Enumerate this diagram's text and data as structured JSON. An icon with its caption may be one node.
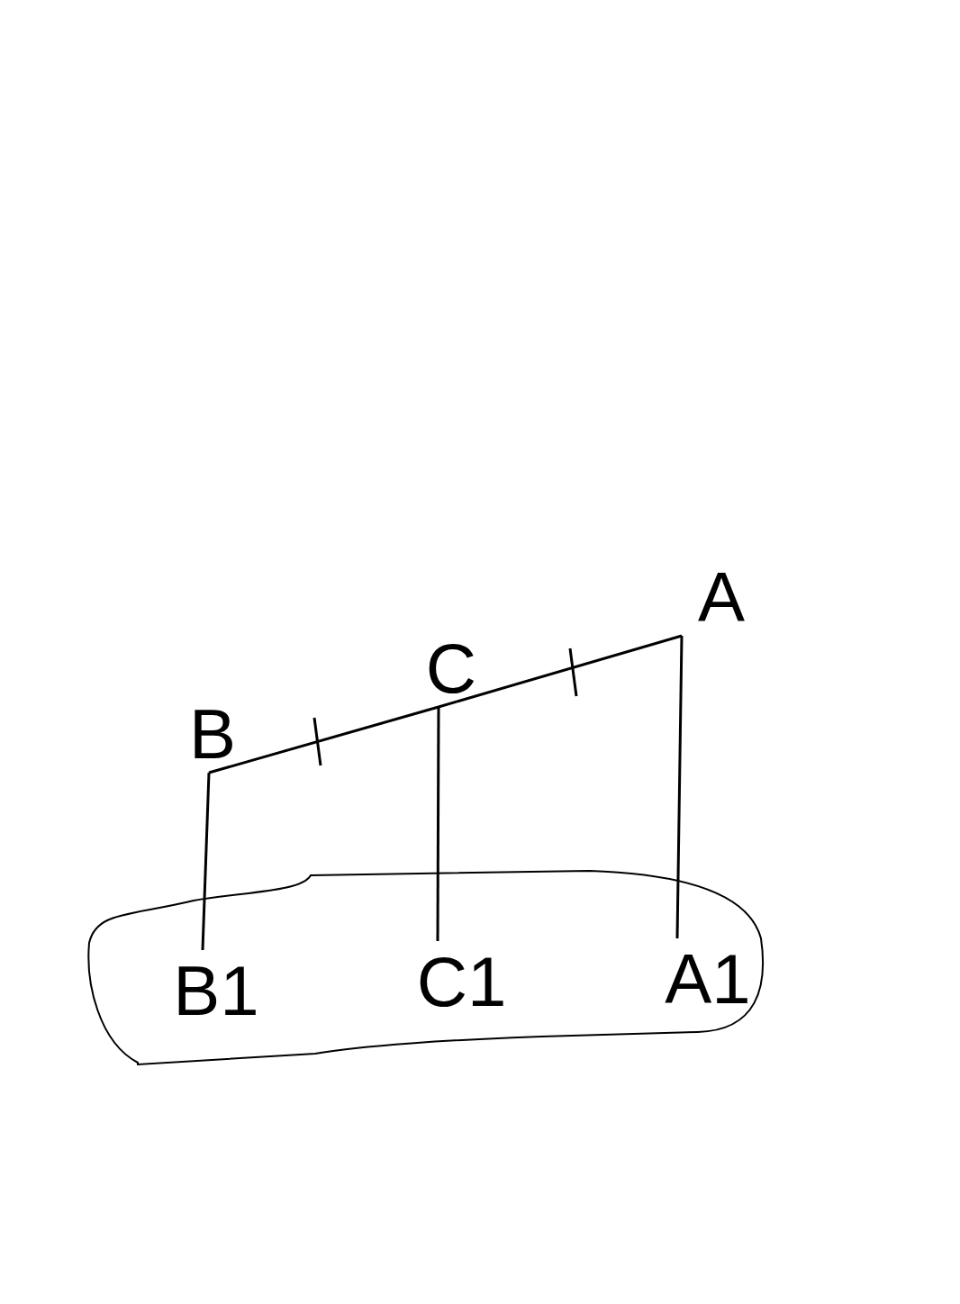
{
  "diagram": {
    "nodes": [
      {
        "text": [],
        "shape": "ellipse"
      },
      {
        "text": [
          "A"
        ]
      },
      {
        "text": [
          "C"
        ]
      },
      {
        "text": [
          "B"
        ]
      },
      {
        "text": [
          "B1"
        ],
        "in": 0
      },
      {
        "text": [
          "C1"
        ],
        "in": 0
      },
      {
        "text": [
          "A1"
        ],
        "in": 0
      }
    ],
    "edges": [
      {
        "from": 3,
        "to": 2,
        "arrow": "none"
      },
      {
        "from": 2,
        "to": 1,
        "arrow": "none"
      },
      {
        "from": 3,
        "to": 4,
        "arrow": "none"
      },
      {
        "from": 2,
        "to": 5,
        "arrow": "none"
      },
      {
        "from": 1,
        "to": 6,
        "arrow": "none"
      }
    ]
  }
}
